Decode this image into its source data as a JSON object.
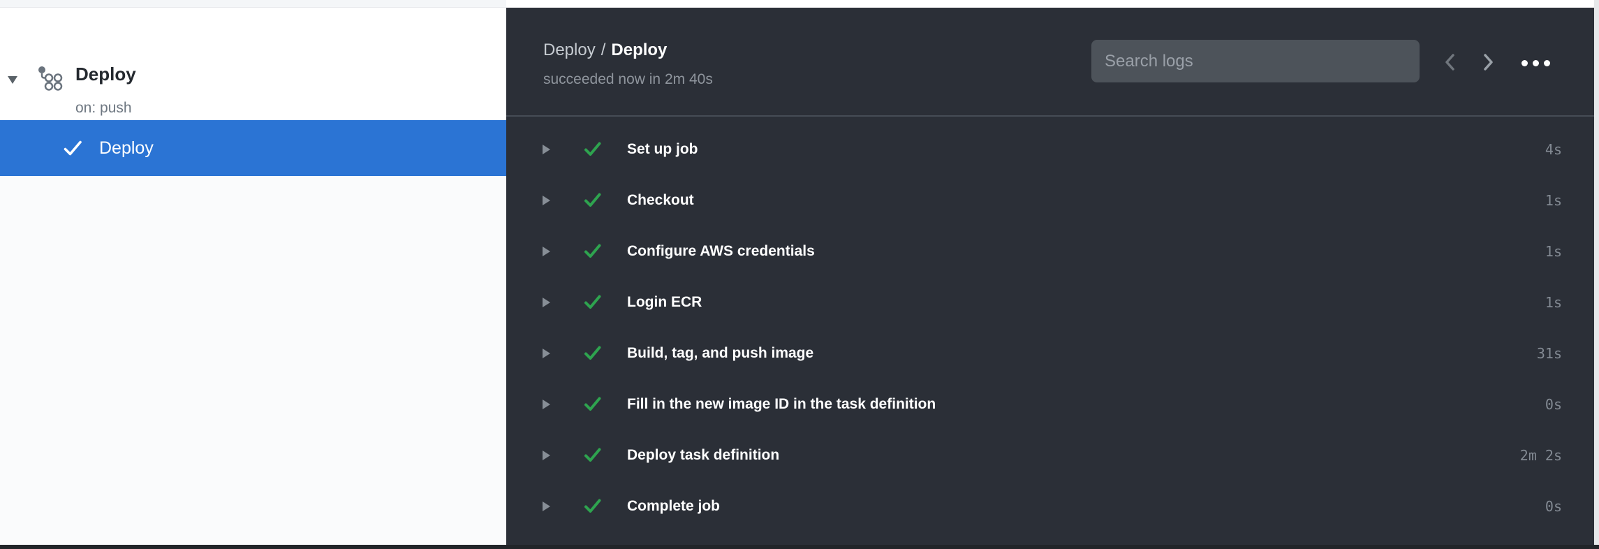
{
  "sidebar": {
    "workflow": {
      "name": "Deploy",
      "trigger": "on: push"
    },
    "jobs": [
      {
        "name": "Deploy",
        "status": "succeeded",
        "selected": true
      }
    ]
  },
  "log_panel": {
    "breadcrumb": {
      "workflow": "Deploy",
      "separator": "/",
      "job": "Deploy"
    },
    "status_line": "succeeded now in 2m 40s",
    "search": {
      "placeholder": "Search logs",
      "value": ""
    },
    "steps": [
      {
        "name": "Set up job",
        "status": "succeeded",
        "duration": "4s"
      },
      {
        "name": "Checkout",
        "status": "succeeded",
        "duration": "1s"
      },
      {
        "name": "Configure AWS credentials",
        "status": "succeeded",
        "duration": "1s"
      },
      {
        "name": "Login ECR",
        "status": "succeeded",
        "duration": "1s"
      },
      {
        "name": "Build, tag, and push image",
        "status": "succeeded",
        "duration": "31s"
      },
      {
        "name": "Fill in the new image ID in the task definition",
        "status": "succeeded",
        "duration": "0s"
      },
      {
        "name": "Deploy task definition",
        "status": "succeeded",
        "duration": "2m 2s"
      },
      {
        "name": "Complete job",
        "status": "succeeded",
        "duration": "0s"
      }
    ]
  },
  "colors": {
    "selected_job_blue": "#2b74d4",
    "success_green": "#2ea44f",
    "panel_background": "#2b2f37",
    "duration_gray": "#838a93"
  }
}
